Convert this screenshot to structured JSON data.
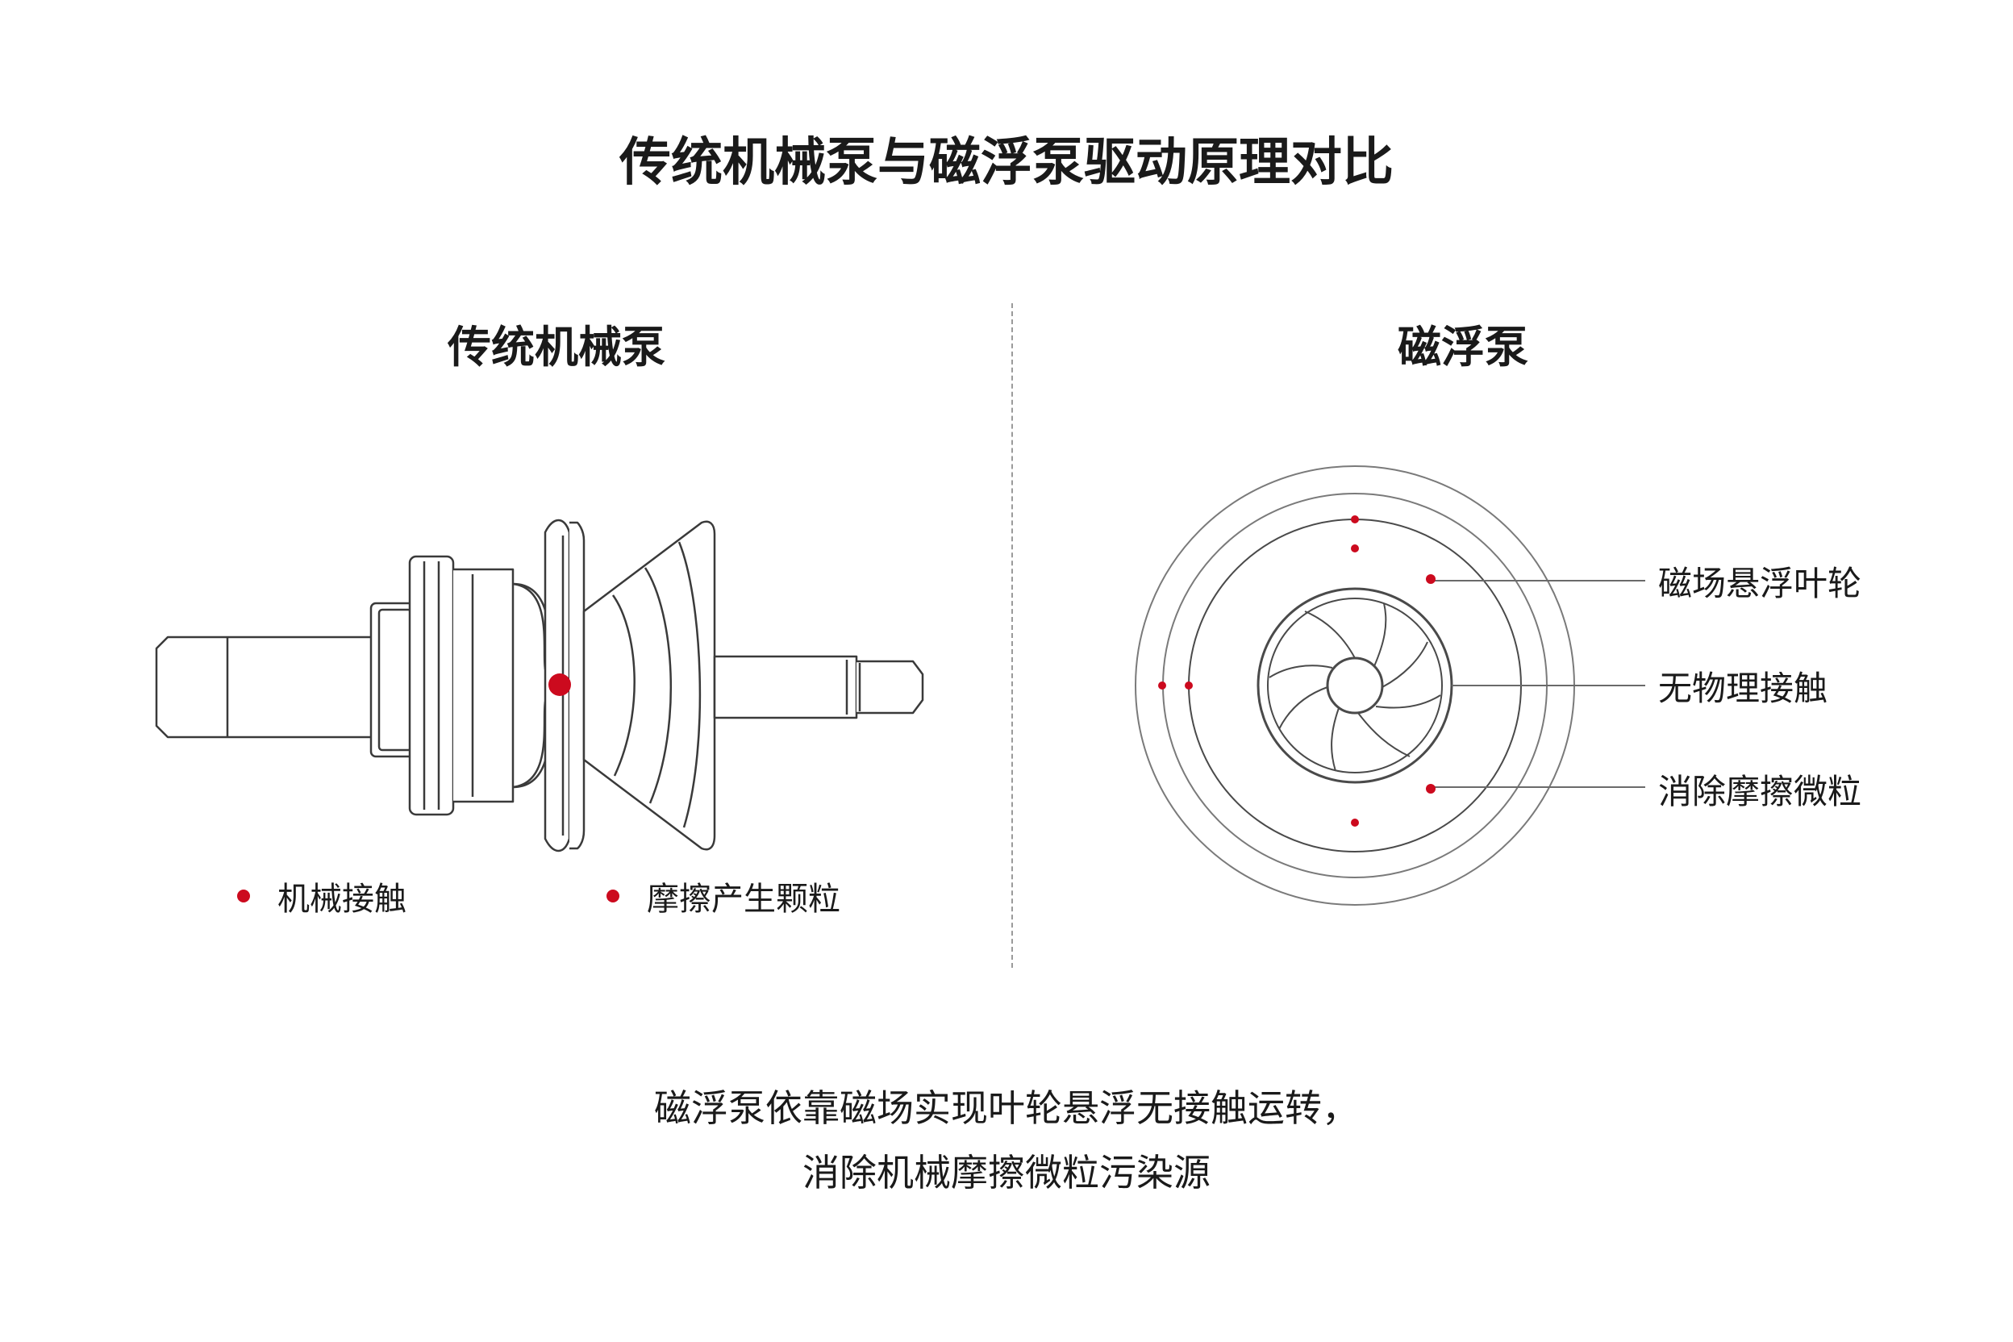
{
  "title": "传统机械泵与磁浮泵驱动原理对比",
  "left_panel": {
    "heading": "传统机械泵",
    "legend": [
      "机械接触",
      "摩擦产生颗粒"
    ]
  },
  "right_panel": {
    "heading": "磁浮泵",
    "callouts": [
      "磁场悬浮叶轮",
      "无物理接触",
      "消除摩擦微粒"
    ]
  },
  "caption": [
    "磁浮泵依靠磁场实现叶轮悬浮无接触运转，",
    "消除机械摩擦微粒污染源"
  ],
  "colors": {
    "accent": "#cc0a1e",
    "line": "#3a3a3a",
    "divider": "#9a9a9a"
  }
}
